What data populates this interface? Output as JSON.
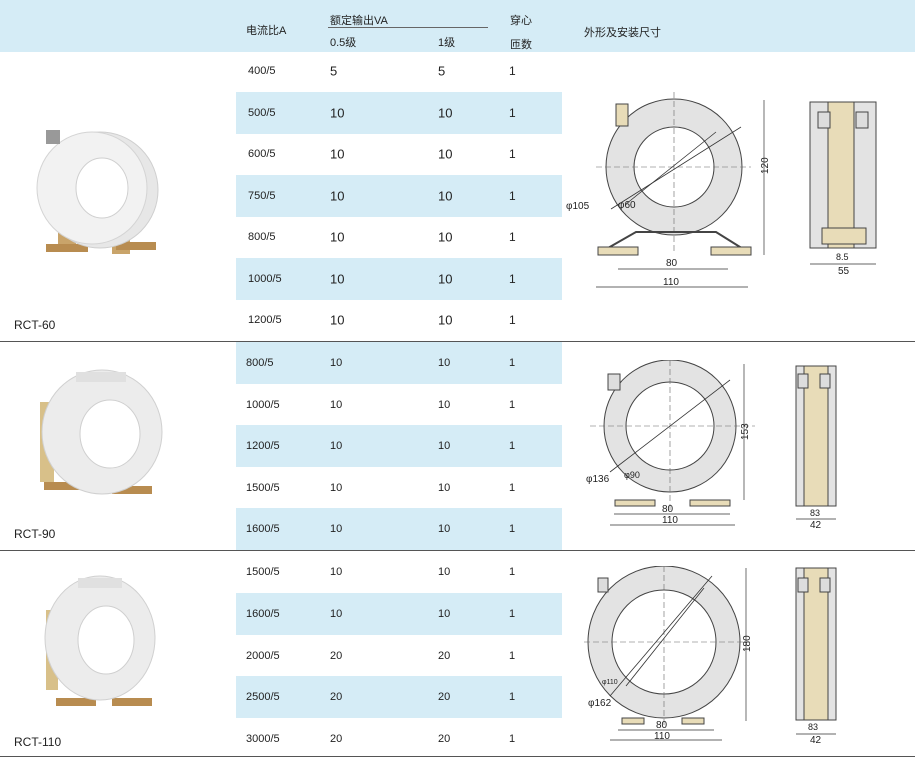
{
  "header": {
    "ratio_label": "电流比A",
    "output_label": "额定输出VA",
    "class_05_label": "0.5级",
    "class_1_label": "1级",
    "turns_label_1": "穿心",
    "turns_label_2": "匝数",
    "dims_label": "外形及安装尺寸"
  },
  "sections": [
    {
      "model": "RCT-60",
      "rows": [
        {
          "ratio": "400/5",
          "va05": "5",
          "va1": "5",
          "turns": "1"
        },
        {
          "ratio": "500/5",
          "va05": "10",
          "va1": "10",
          "turns": "1"
        },
        {
          "ratio": "600/5",
          "va05": "10",
          "va1": "10",
          "turns": "1"
        },
        {
          "ratio": "750/5",
          "va05": "10",
          "va1": "10",
          "turns": "1"
        },
        {
          "ratio": "800/5",
          "va05": "10",
          "va1": "10",
          "turns": "1"
        },
        {
          "ratio": "1000/5",
          "va05": "10",
          "va1": "10",
          "turns": "1"
        },
        {
          "ratio": "1200/5",
          "va05": "10",
          "va1": "10",
          "turns": "1"
        }
      ],
      "dims": {
        "outer": "φ105",
        "inner": "φ60",
        "height": "120",
        "base_inner": "80",
        "base_outer": "110",
        "side_small": "8.5",
        "side_width": "55"
      }
    },
    {
      "model": "RCT-90",
      "rows": [
        {
          "ratio": "800/5",
          "va05": "10",
          "va1": "10",
          "turns": "1"
        },
        {
          "ratio": "1000/5",
          "va05": "10",
          "va1": "10",
          "turns": "1"
        },
        {
          "ratio": "1200/5",
          "va05": "10",
          "va1": "10",
          "turns": "1"
        },
        {
          "ratio": "1500/5",
          "va05": "10",
          "va1": "10",
          "turns": "1"
        },
        {
          "ratio": "1600/5",
          "va05": "10",
          "va1": "10",
          "turns": "1"
        }
      ],
      "dims": {
        "outer": "φ136",
        "inner": "φ90",
        "height": "153",
        "base_inner": "80",
        "base_outer": "110",
        "side_small": "83",
        "side_width": "42"
      }
    },
    {
      "model": "RCT-110",
      "rows": [
        {
          "ratio": "1500/5",
          "va05": "10",
          "va1": "10",
          "turns": "1"
        },
        {
          "ratio": "1600/5",
          "va05": "10",
          "va1": "10",
          "turns": "1"
        },
        {
          "ratio": "2000/5",
          "va05": "20",
          "va1": "20",
          "turns": "1"
        },
        {
          "ratio": "2500/5",
          "va05": "20",
          "va1": "20",
          "turns": "1"
        },
        {
          "ratio": "3000/5",
          "va05": "20",
          "va1": "20",
          "turns": "1"
        }
      ],
      "dims": {
        "outer": "φ162",
        "inner": "φ110",
        "height": "180",
        "base_inner": "80",
        "base_outer": "110",
        "side_small": "83",
        "side_width": "42"
      }
    }
  ],
  "colors": {
    "header_bg": "#d5ecf6",
    "ring": "#e3e3e3",
    "bracket": "#e8dcb8"
  }
}
